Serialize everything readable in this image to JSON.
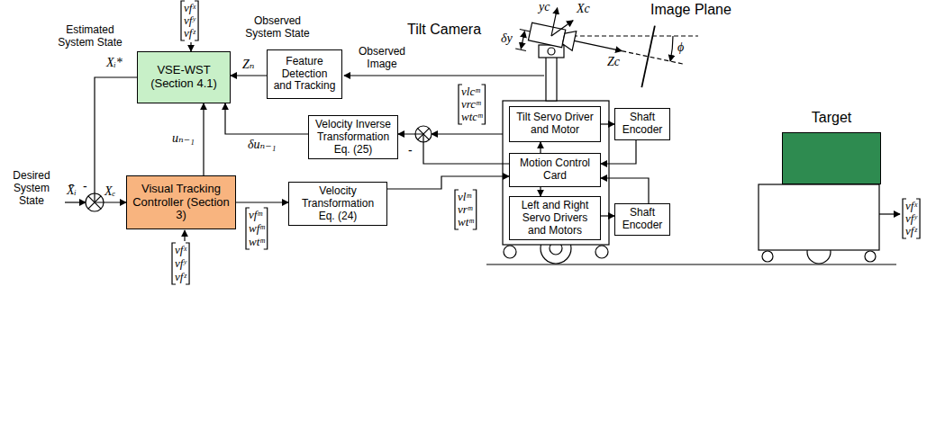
{
  "diagram": {
    "nodes": [
      {
        "text": [
          "VSE-WST (Section 4.1)"
        ]
      },
      {
        "text": [
          "Feature Detection and Tracking"
        ]
      },
      {
        "text": [
          "Velocity Inverse Transformation Eq. (25)"
        ]
      },
      {
        "text": [
          "Visual Tracking Controller (Section 3)"
        ]
      },
      {
        "text": [
          "Velocity Transformation Eq. (24)"
        ]
      },
      {
        "text": [
          "Tilt Servo Driver and Motor"
        ]
      },
      {
        "text": [
          "Shaft Encoder"
        ]
      },
      {
        "text": [
          "Motion Control Card"
        ]
      },
      {
        "text": [
          "Left and Right Servo Drivers and Motors"
        ]
      },
      {
        "text": [
          "Shaft Encoder"
        ]
      },
      {
        "text": [
          "Target"
        ]
      }
    ],
    "edges": [
      {
        "from": 1,
        "to": 0,
        "arrow": "to",
        "label": "Zₙ"
      },
      {
        "from": 2,
        "to": 0,
        "arrow": "to",
        "label": "δuₙ₋₁"
      },
      {
        "from": 3,
        "to": 0,
        "arrow": "to",
        "label": "uₙ₋₁"
      },
      {
        "from": 0,
        "to": 3,
        "arrow": "to"
      },
      {
        "from": 3,
        "to": 4,
        "arrow": "to"
      },
      {
        "from": 4,
        "to": 7,
        "arrow": "to"
      },
      {
        "from": 7,
        "to": 2,
        "arrow": "to"
      },
      {
        "from": 7,
        "to": 5,
        "arrow": "to"
      },
      {
        "from": 7,
        "to": 8,
        "arrow": "to"
      },
      {
        "from": 5,
        "to": 6,
        "arrow": "to"
      },
      {
        "from": 8,
        "to": 9,
        "arrow": "to"
      },
      {
        "from": 6,
        "to": 7,
        "arrow": "to"
      },
      {
        "from": 9,
        "to": 7,
        "arrow": "to"
      }
    ],
    "labels": [
      "vfˣ",
      "vfʸ",
      "vfᶻ",
      "Estimated System State",
      "Xᵢ*",
      "Observed System State",
      "Observed Image",
      "Tilt Camera",
      "yc",
      "Xc",
      "Image Plane",
      "δy",
      "Zc",
      "ϕ",
      "-",
      "Desired System State",
      "X̄ᵢ",
      "Xₑ",
      "vfᵐ",
      "wfᵐ",
      "wtᵐ",
      "vfˣ",
      "vfʸ",
      "vfᶻ",
      "-",
      "vlcᵐ",
      "vrcᵐ",
      "wtcᵐ",
      "vlᵐ",
      "vrᵐ",
      "wtᵐ",
      "vfˣ",
      "vfʸ",
      "vfᶻ"
    ]
  }
}
